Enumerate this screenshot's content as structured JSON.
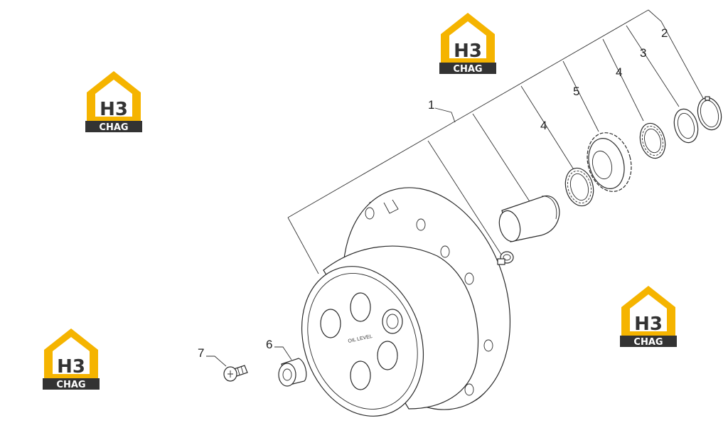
{
  "callouts": [
    {
      "id": "1",
      "label": "1"
    },
    {
      "id": "2",
      "label": "2"
    },
    {
      "id": "3",
      "label": "3"
    },
    {
      "id": "4a",
      "label": "4"
    },
    {
      "id": "4b",
      "label": "4"
    },
    {
      "id": "5",
      "label": "5"
    },
    {
      "id": "6",
      "label": "6"
    },
    {
      "id": "7",
      "label": "7"
    }
  ],
  "engraving": "OIL LEVEL",
  "logo": {
    "top_text": "H3",
    "bottom_text": "CHAG",
    "color_yellow": "#f5b400",
    "color_dark": "#333333"
  },
  "colors": {
    "line": "#2a2a2a",
    "background": "#ffffff"
  }
}
